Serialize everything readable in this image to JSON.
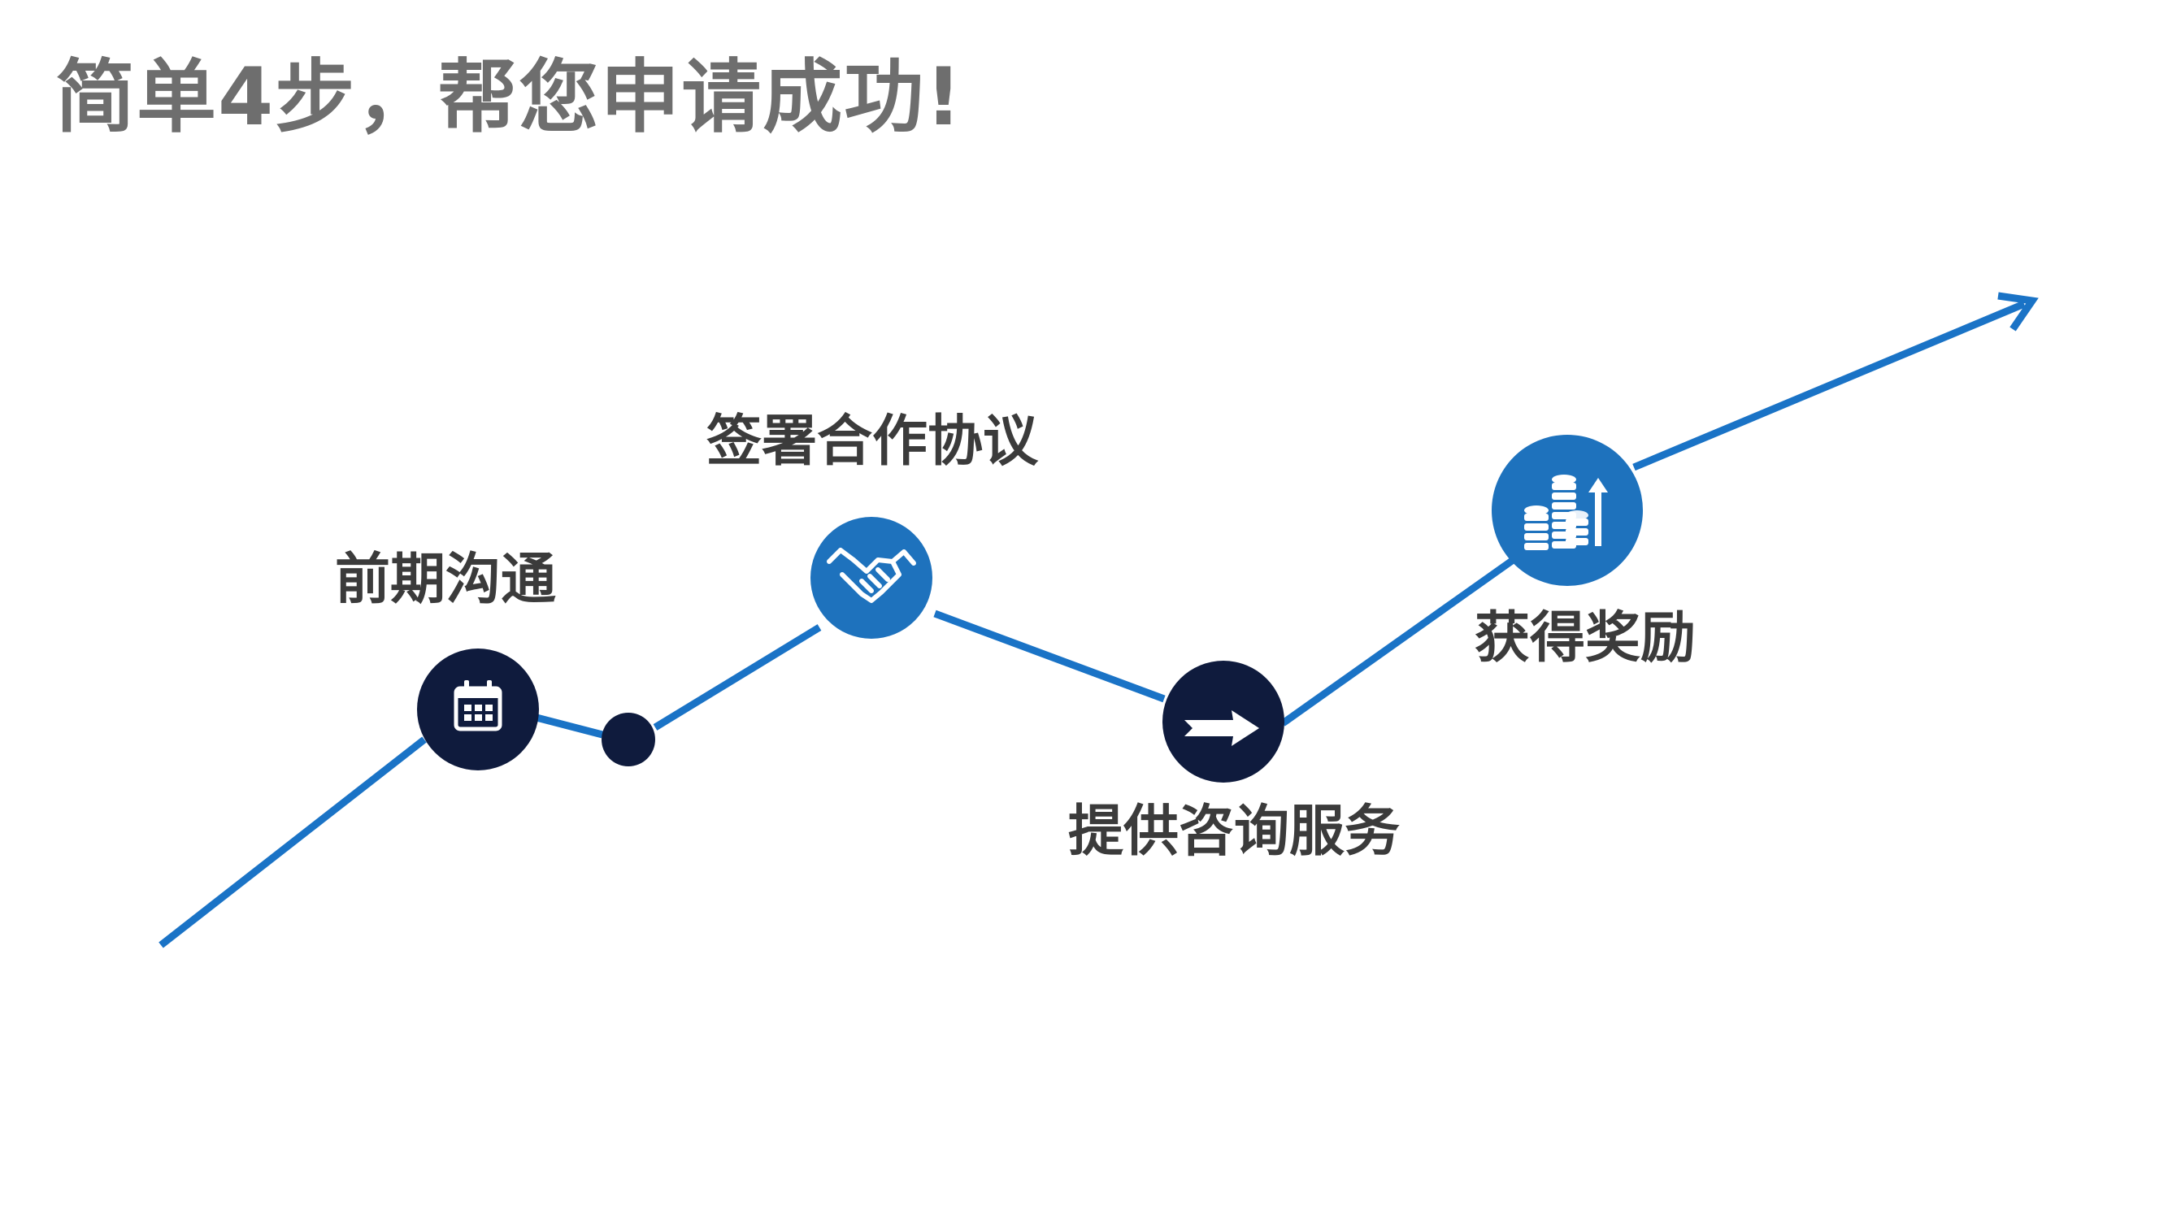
{
  "page": {
    "title": "简单4步，帮您申请成功!"
  },
  "colors": {
    "line": "#1a73c6",
    "accent_blue": "#1e72bd",
    "dark_navy": "#0f1b3d",
    "title": "#6e6e6e",
    "label": "#3b3b3b"
  },
  "steps": [
    {
      "label": "前期沟通",
      "icon": "calendar-icon"
    },
    {
      "label": "签署合作协议",
      "icon": "handshake-icon"
    },
    {
      "label": "提供咨询服务",
      "icon": "arrow-right-icon"
    },
    {
      "label": "获得奖励",
      "icon": "coins-growth-icon"
    }
  ]
}
